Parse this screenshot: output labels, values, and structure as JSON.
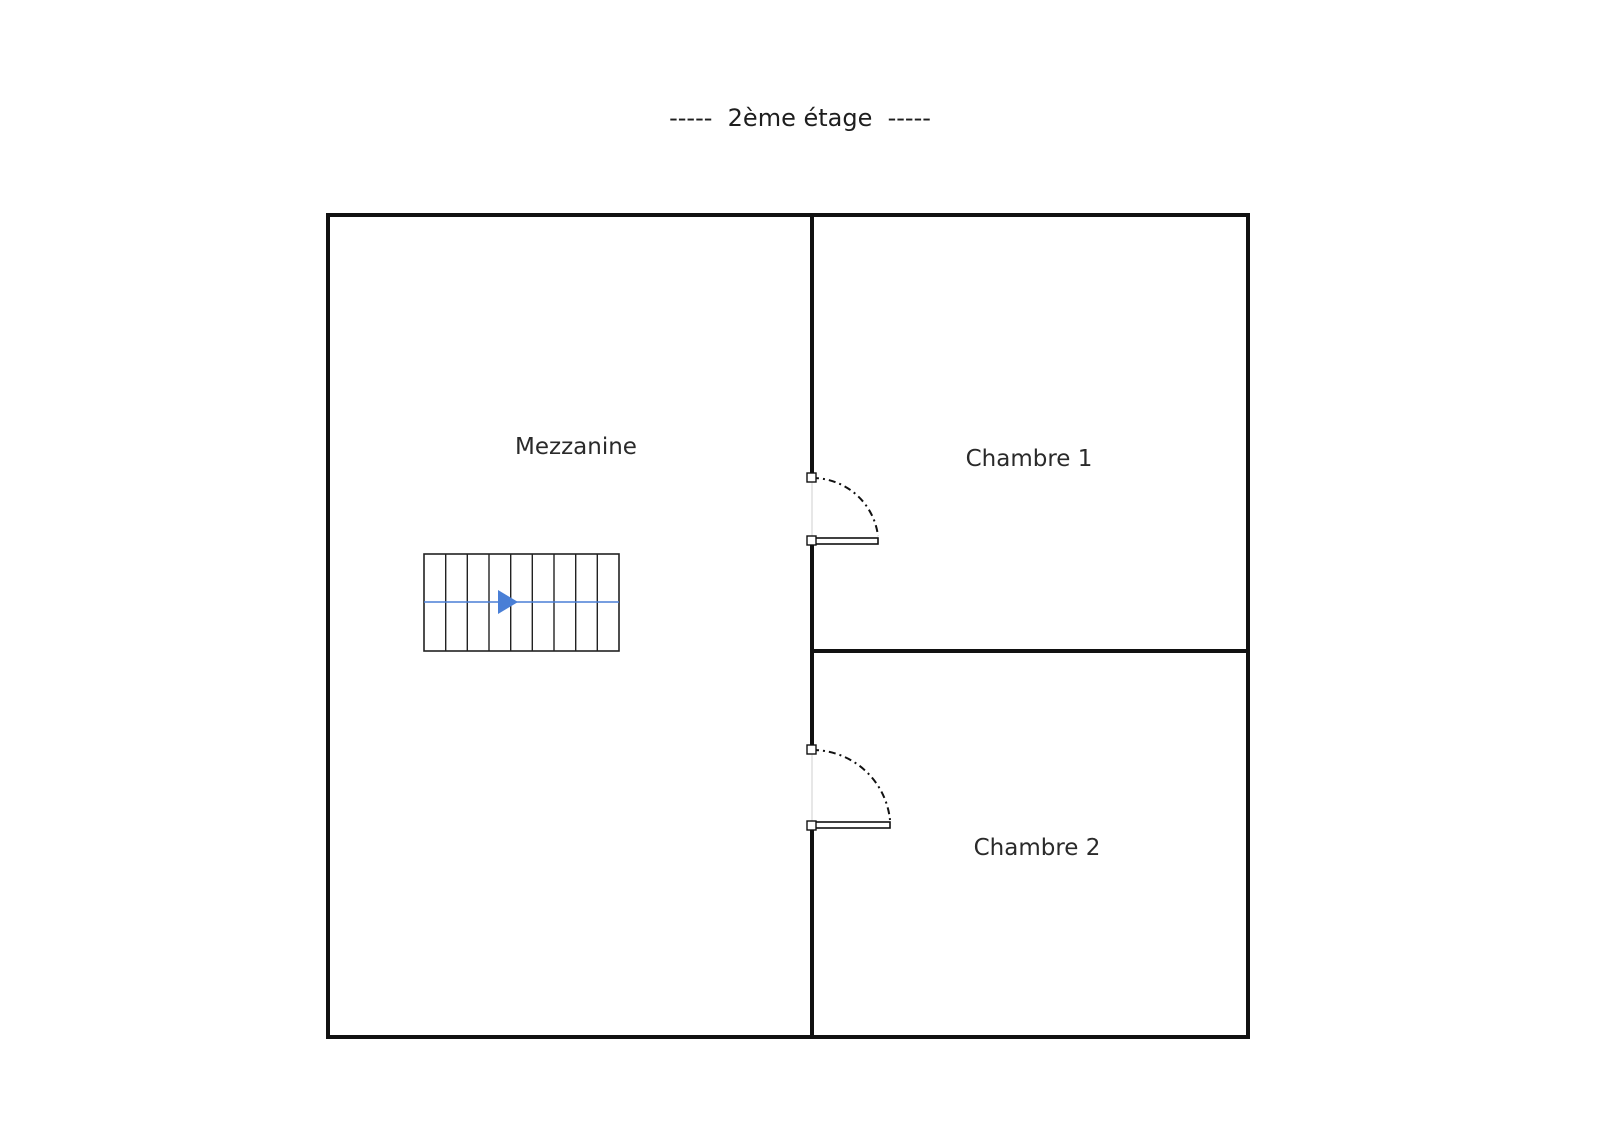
{
  "plan": {
    "title": "-----  2ème étage  -----",
    "rooms": [
      {
        "id": "mezzanine",
        "label": "Mezzanine"
      },
      {
        "id": "chambre-1",
        "label": "Chambre 1"
      },
      {
        "id": "chambre-2",
        "label": "Chambre 2"
      }
    ],
    "stair_arrow_color": "#4a7fd6",
    "wall_color": "#111111"
  }
}
